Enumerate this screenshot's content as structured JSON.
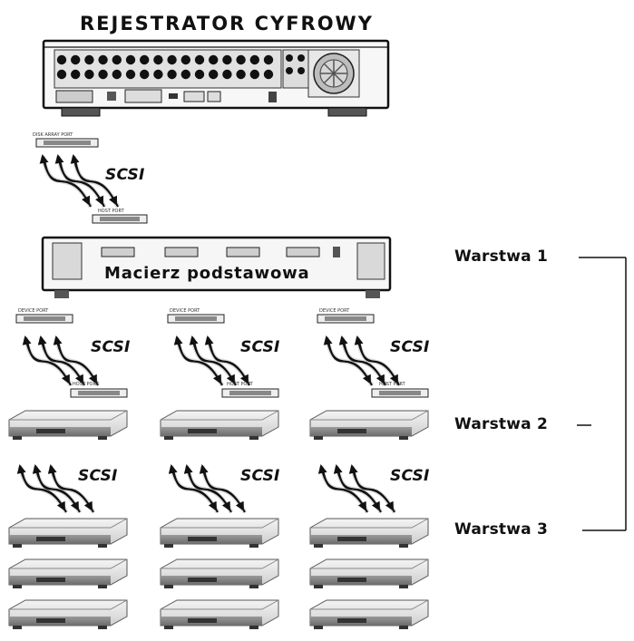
{
  "title": "REJESTRATOR CYFROWY",
  "base_array_label": "Macierz podstawowa",
  "tiers": [
    "Warstwa 1",
    "Warstwa 2",
    "Warstwa 3"
  ],
  "scsi_label": "SCSI",
  "ports": {
    "disk_array": "DISK ARRAY PORT",
    "host": "HOST PORT",
    "device": "DEVICE PORT"
  },
  "groups": {
    "base_to_tier2": 3,
    "tier2_to_tier3": 3,
    "tier3_units_per_column": 3
  }
}
